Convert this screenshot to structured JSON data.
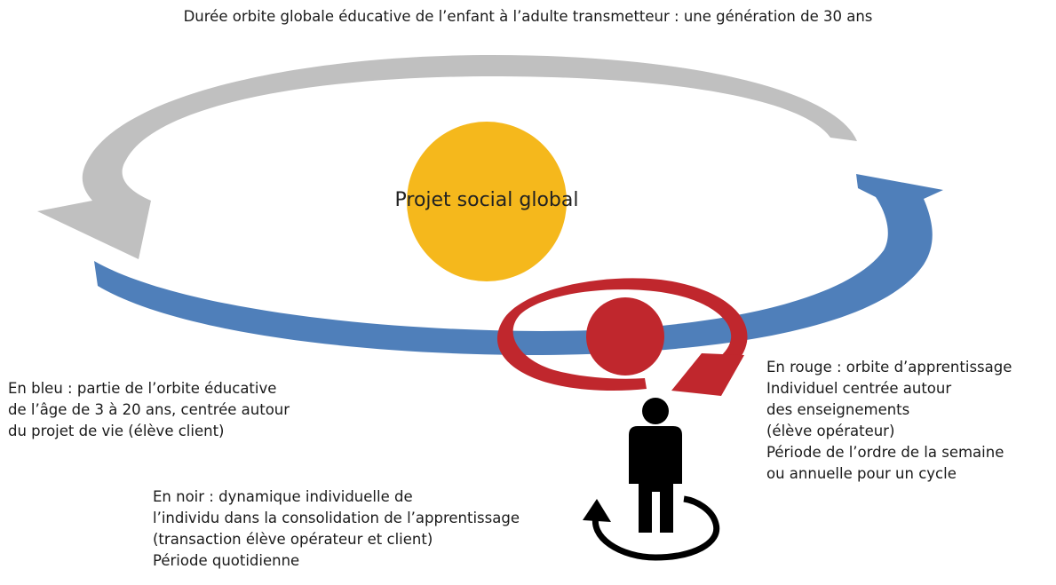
{
  "title": "Durée orbite globale éducative de l’enfant à l’adulte transmetteur : une génération de 30 ans",
  "center_label": "Projet social global",
  "notes": {
    "blue": [
      "En bleu : partie de l’orbite éducative",
      "de l’âge de 3 à 20 ans, centrée autour",
      "du projet de vie (élève client)"
    ],
    "black": [
      "En noir : dynamique individuelle de",
      "l’individu dans la consolidation de l’apprentissage",
      "(transaction élève opérateur et client)",
      "Période  quotidienne"
    ],
    "red": [
      "En rouge : orbite d’apprentissage",
      "Individuel centrée autour",
      "des enseignements",
      "(élève opérateur)",
      "Période de l’ordre de la semaine",
      "ou annuelle pour un cycle"
    ]
  },
  "colors": {
    "grey_orbit": "#c0c0c0",
    "blue_orbit": "#4f7fba",
    "sun": "#f5b81c",
    "red_orbit": "#c0272d",
    "person": "#000000"
  },
  "icons": [
    "grey-orbit-arrow",
    "blue-orbit-arrow",
    "sun-circle",
    "red-orbit-arrow",
    "red-ball",
    "person-icon",
    "black-rotation-arrow"
  ]
}
